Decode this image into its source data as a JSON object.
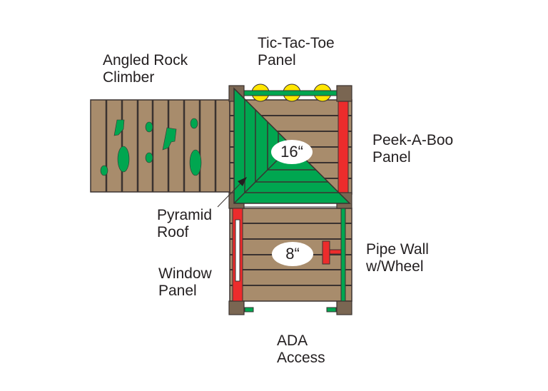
{
  "labels": {
    "rock_climber": [
      "Angled Rock",
      "Climber"
    ],
    "tic_tac_toe": [
      "Tic-Tac-Toe",
      "Panel"
    ],
    "peek_a_boo": [
      "Peek-A-Boo",
      "Panel"
    ],
    "pyramid_roof": [
      "Pyramid",
      "Roof"
    ],
    "window_panel": [
      "Window",
      "Panel"
    ],
    "pipe_wall": [
      "Pipe Wall",
      "w/Wheel"
    ],
    "ada_access": [
      "ADA",
      "Access"
    ]
  },
  "deck_heights": {
    "upper": "16“",
    "lower": "8“"
  },
  "colors": {
    "wood": "#a88c6c",
    "post": "#7a6652",
    "line": "#3a3230",
    "green": "#00a650",
    "red": "#ec2c2c",
    "yellow": "#ffe600"
  }
}
